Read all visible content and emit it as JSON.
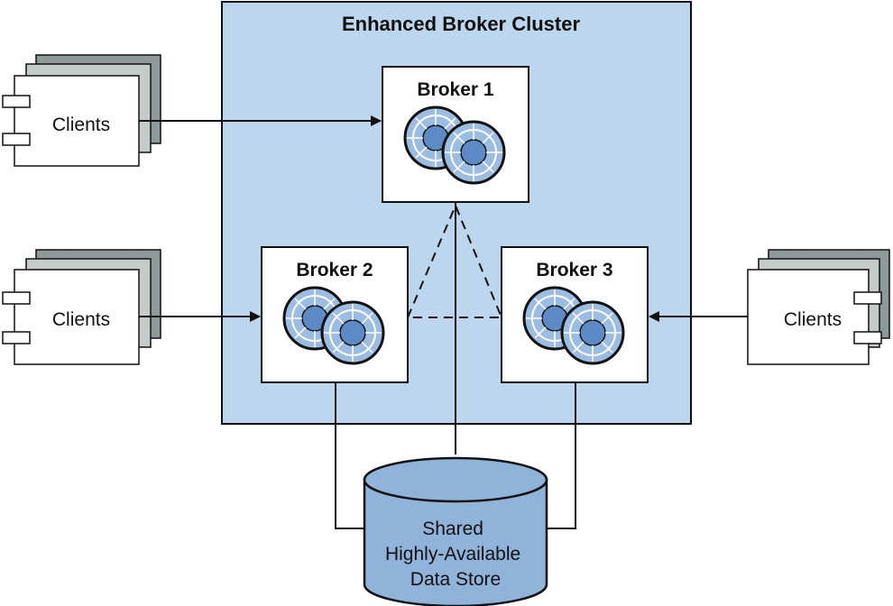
{
  "cluster": {
    "title": "Enhanced Broker Cluster",
    "fill_color": "#bcd6ee",
    "border_color": "#111111"
  },
  "brokers": [
    {
      "label": "Broker 1",
      "icon": "broker-disks-icon"
    },
    {
      "label": "Broker 2",
      "icon": "broker-disks-icon"
    },
    {
      "label": "Broker 3",
      "icon": "broker-disks-icon"
    }
  ],
  "clients": [
    {
      "label": "Clients",
      "icon": "component-stack-icon",
      "connects_to": "Broker 1"
    },
    {
      "label": "Clients",
      "icon": "component-stack-icon",
      "connects_to": "Broker 2"
    },
    {
      "label": "Clients",
      "icon": "component-stack-icon",
      "connects_to": "Broker 3"
    }
  ],
  "data_store": {
    "lines": [
      "Shared",
      "Highly-Available",
      "Data Store"
    ],
    "icon": "database-cylinder-icon",
    "fill_color": "#8fb3d9"
  },
  "colors": {
    "disk_fill": "#9cbde2",
    "disk_center": "#5c8ac4",
    "stack_shadow": "#8e9a98",
    "stack_mid": "#c4cbc9"
  }
}
